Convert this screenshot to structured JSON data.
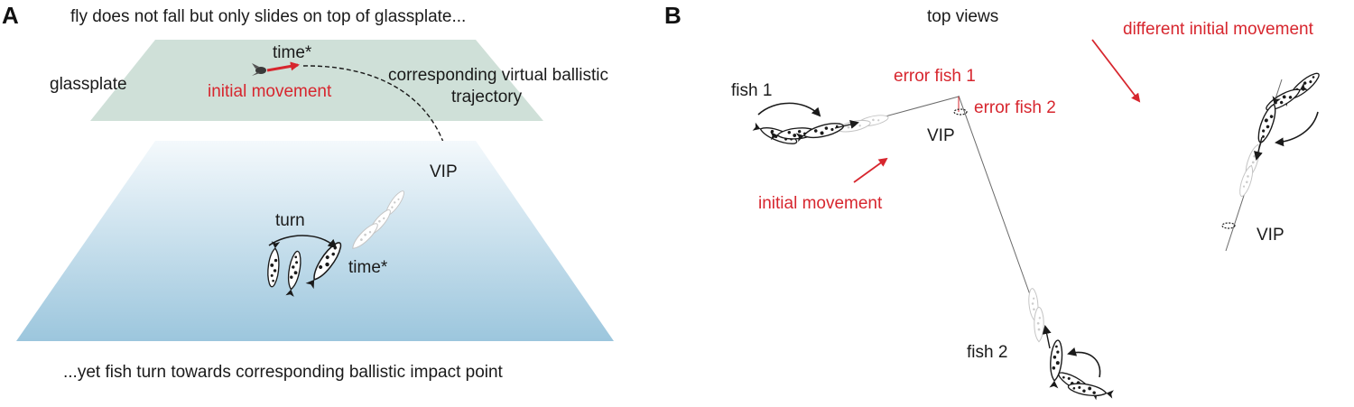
{
  "panels": {
    "a": {
      "letter": "A",
      "top_caption": "fly does not fall but only slides on top of glassplate...",
      "glassplate_label": "glassplate",
      "time_label_top": "time*",
      "initial_movement_label": "initial movement",
      "trajectory_label_line1": "corresponding virtual ballistic",
      "trajectory_label_line2": "trajectory",
      "vip_label": "VIP",
      "turn_label": "turn",
      "time_label_bottom": "time*",
      "bottom_caption": "...yet fish turn towards corresponding ballistic impact point"
    },
    "b": {
      "letter": "B",
      "top_caption": "top views",
      "fish1_label": "fish 1",
      "error_fish1_label": "error fish 1",
      "error_fish2_label": "error fish 2",
      "vip_label_left": "VIP",
      "initial_movement_label": "initial movement",
      "fish2_label": "fish 2",
      "different_movement_label": "different initial movement",
      "vip_label_right": "VIP"
    }
  },
  "colors": {
    "red": "#d7262e",
    "glassplate": "#cfe0d8",
    "water_top": "#f2f8fc",
    "water_bottom": "#9cc6dd",
    "ink": "#1a1a1a",
    "ghost": "#bdbdbd"
  }
}
